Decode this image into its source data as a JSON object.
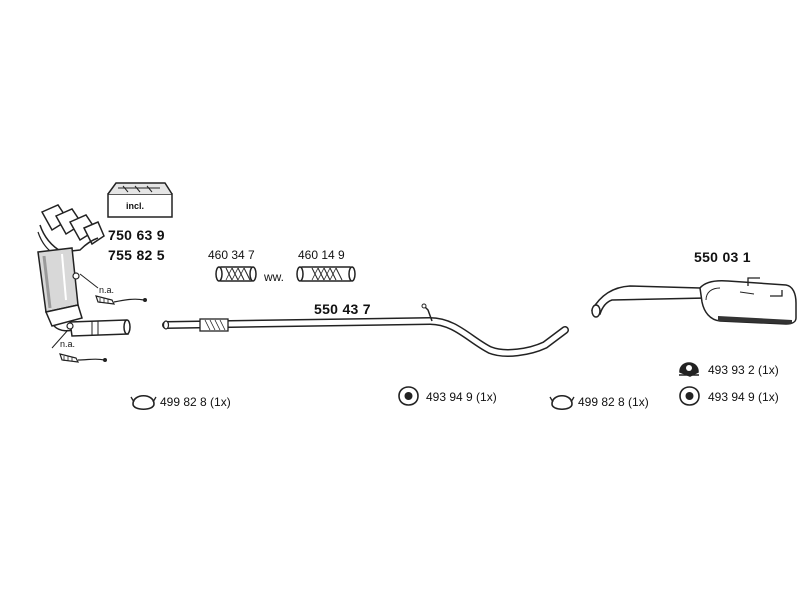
{
  "kit_box": {
    "label": "incl."
  },
  "parts": {
    "manifold_converter_a": "750 63 9",
    "manifold_converter_b": "755 82 5",
    "flex_joint_a": "460 34 7",
    "flex_joint_b": "460 14 9",
    "flex_joint_separator": "ww.",
    "middle_pipe": "550 43 7",
    "rear_silencer": "550 03 1"
  },
  "sensor_notes": {
    "upper": "n.a.",
    "lower": "n.a."
  },
  "mountings": {
    "bottom_1": "499 82 8 (1x)",
    "bottom_2": "493 94 9 (1x)",
    "bottom_3": "499 82 8 (1x)",
    "right_upper": "493 93 2 (1x)",
    "right_lower": "493 94 9 (1x)"
  },
  "colors": {
    "line": "#222222",
    "fill": "#ffffff",
    "shade": "#bfbfbf",
    "dark": "#333333"
  }
}
